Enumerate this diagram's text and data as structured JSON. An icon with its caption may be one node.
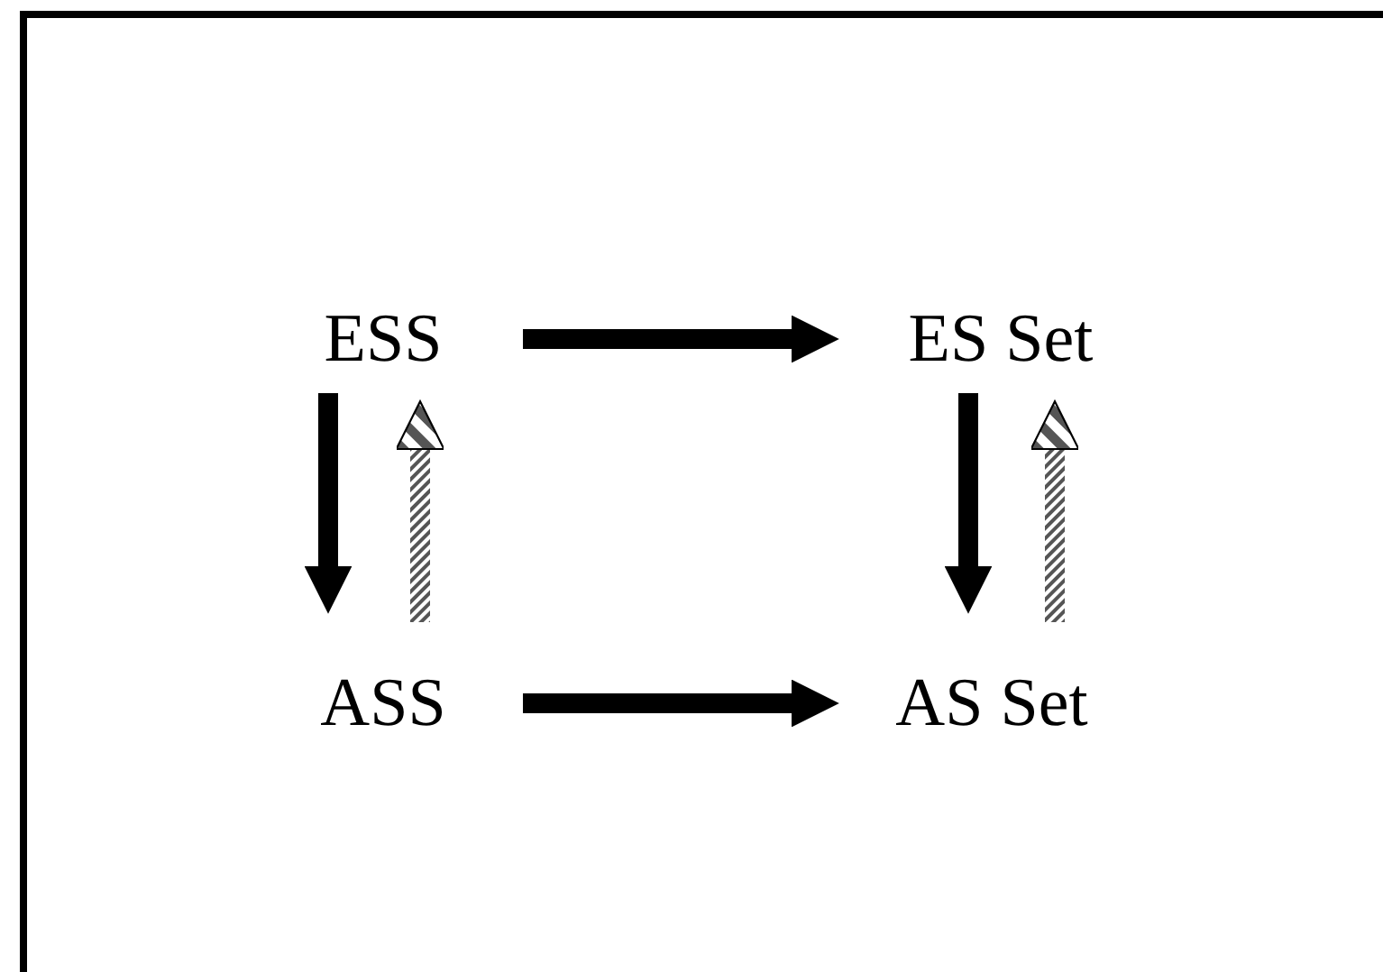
{
  "diagram": {
    "nodes": [
      {
        "text": [
          "ESS"
        ]
      },
      {
        "text": [
          "ES Set"
        ]
      },
      {
        "text": [
          "ASS"
        ]
      },
      {
        "text": [
          "AS Set"
        ]
      }
    ],
    "edges": [
      {
        "from": 0,
        "to": 1,
        "arrow": "to"
      },
      {
        "from": 0,
        "to": 2,
        "arrow": "to"
      },
      {
        "from": 2,
        "to": 0,
        "arrow": "to",
        "color": "#555555"
      },
      {
        "from": 1,
        "to": 3,
        "arrow": "to"
      },
      {
        "from": 3,
        "to": 1,
        "arrow": "to",
        "color": "#555555"
      },
      {
        "from": 2,
        "to": 3,
        "arrow": "to"
      }
    ]
  }
}
